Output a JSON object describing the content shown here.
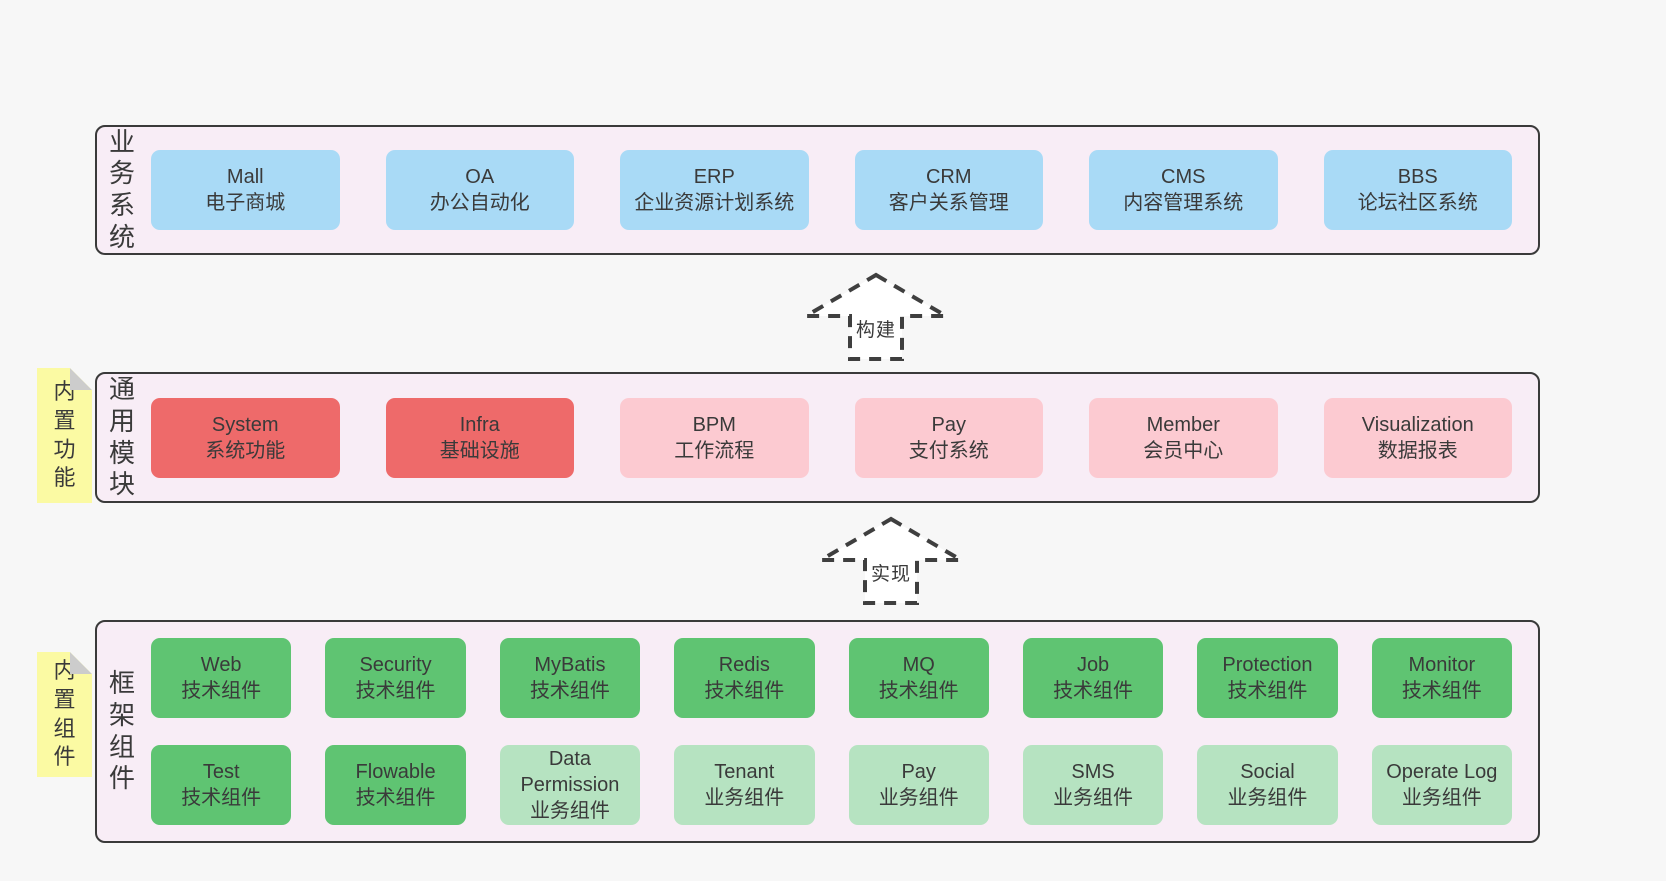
{
  "colors": {
    "page_bg": "#f7f7f7",
    "band_bg": "#f8edf6",
    "band_border": "#3a3a3a",
    "blue_box": "#a9daf6",
    "red_box": "#ee6a6a",
    "pink_box": "#fccad1",
    "green_box": "#5fc472",
    "light_green_box": "#b6e3c1",
    "sticky_yellow": "#fbfaa3",
    "fold_gray": "#cccccc",
    "text": "#3a3a3a"
  },
  "bands": [
    {
      "label": "业务系统",
      "boxes": [
        {
          "en": "Mall",
          "zh": "电子商城"
        },
        {
          "en": "OA",
          "zh": "办公自动化"
        },
        {
          "en": "ERP",
          "zh": "企业资源计划系统"
        },
        {
          "en": "CRM",
          "zh": "客户关系管理"
        },
        {
          "en": "CMS",
          "zh": "内容管理系统"
        },
        {
          "en": "BBS",
          "zh": "论坛社区系统"
        }
      ]
    },
    {
      "label": "通用模块",
      "sticky": "内置功能",
      "boxes": [
        {
          "en": "System",
          "zh": "系统功能"
        },
        {
          "en": "Infra",
          "zh": "基础设施"
        },
        {
          "en": "BPM",
          "zh": "工作流程"
        },
        {
          "en": "Pay",
          "zh": "支付系统"
        },
        {
          "en": "Member",
          "zh": "会员中心"
        },
        {
          "en": "Visualization",
          "zh": "数据报表"
        }
      ]
    },
    {
      "label": "框架组件",
      "sticky": "内置组件",
      "rows": [
        [
          {
            "en": "Web",
            "zh": "技术组件"
          },
          {
            "en": "Security",
            "zh": "技术组件"
          },
          {
            "en": "MyBatis",
            "zh": "技术组件"
          },
          {
            "en": "Redis",
            "zh": "技术组件"
          },
          {
            "en": "MQ",
            "zh": "技术组件"
          },
          {
            "en": "Job",
            "zh": "技术组件"
          },
          {
            "en": "Protection",
            "zh": "技术组件"
          },
          {
            "en": "Monitor",
            "zh": "技术组件"
          }
        ],
        [
          {
            "en": "Test",
            "zh": "技术组件"
          },
          {
            "en": "Flowable",
            "zh": "技术组件"
          },
          {
            "en": "Data Permission",
            "zh": "业务组件"
          },
          {
            "en": "Tenant",
            "zh": "业务组件"
          },
          {
            "en": "Pay",
            "zh": "业务组件"
          },
          {
            "en": "SMS",
            "zh": "业务组件"
          },
          {
            "en": "Social",
            "zh": "业务组件"
          },
          {
            "en": "Operate Log",
            "zh": "业务组件"
          }
        ]
      ]
    }
  ],
  "arrows": [
    {
      "label": "构建"
    },
    {
      "label": "实现"
    }
  ]
}
